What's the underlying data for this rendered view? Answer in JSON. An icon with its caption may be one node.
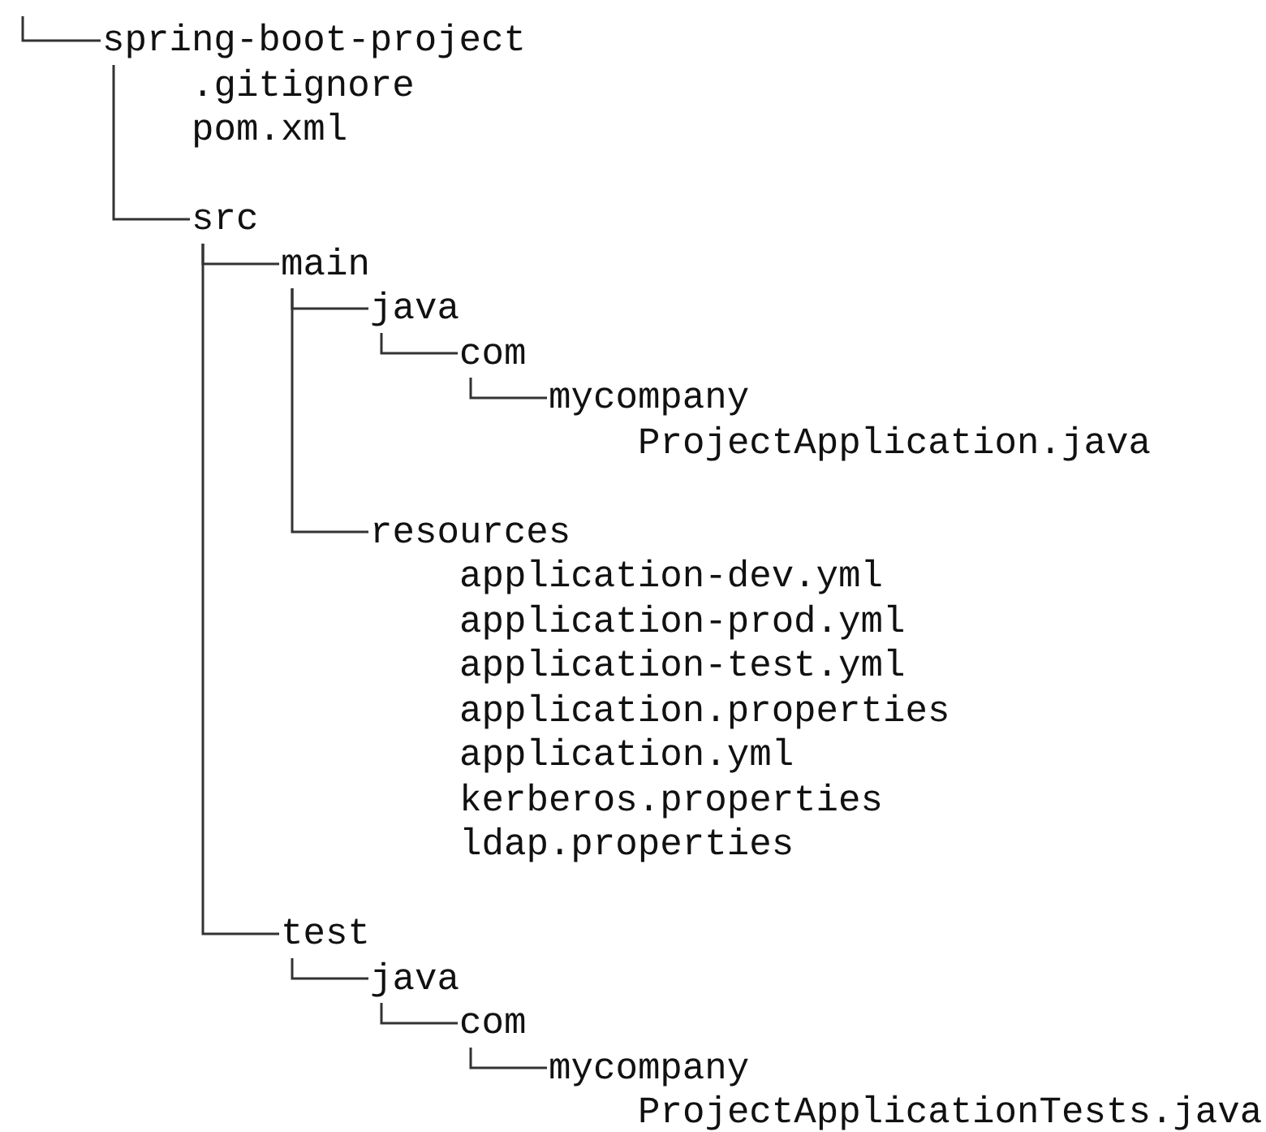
{
  "diagram": {
    "nodes": [
      {
        "text": [
          "spring-boot-project"
        ]
      },
      {
        "text": [
          "src"
        ]
      },
      {
        "text": [
          "main"
        ]
      },
      {
        "text": [
          "java"
        ]
      },
      {
        "text": [
          "com"
        ]
      },
      {
        "text": [
          "mycompany"
        ]
      },
      {
        "text": [
          "resources"
        ]
      },
      {
        "text": [
          "test"
        ]
      },
      {
        "text": [
          "java"
        ]
      },
      {
        "text": [
          "com"
        ]
      },
      {
        "text": [
          "mycompany"
        ]
      }
    ],
    "edges": [
      {
        "from": null,
        "to": 0,
        "arrow": "none"
      },
      {
        "from": 0,
        "to": 1,
        "arrow": "none"
      },
      {
        "from": 1,
        "to": 2,
        "arrow": "none"
      },
      {
        "from": 2,
        "to": 3,
        "arrow": "none"
      },
      {
        "from": 3,
        "to": 4,
        "arrow": "none"
      },
      {
        "from": 4,
        "to": 5,
        "arrow": "none"
      },
      {
        "from": 2,
        "to": 6,
        "arrow": "none"
      },
      {
        "from": 1,
        "to": 7,
        "arrow": "none"
      },
      {
        "from": 7,
        "to": 8,
        "arrow": "none"
      },
      {
        "from": 8,
        "to": 9,
        "arrow": "none"
      },
      {
        "from": 9,
        "to": 10,
        "arrow": "none"
      }
    ],
    "labels": [
      ".gitignore",
      "pom.xml",
      "ProjectApplication.java",
      "application-dev.yml",
      "application-prod.yml",
      "application-test.yml",
      "application.properties",
      "application.yml",
      "kerberos.properties",
      "ldap.properties",
      "ProjectApplicationTests.java"
    ]
  }
}
